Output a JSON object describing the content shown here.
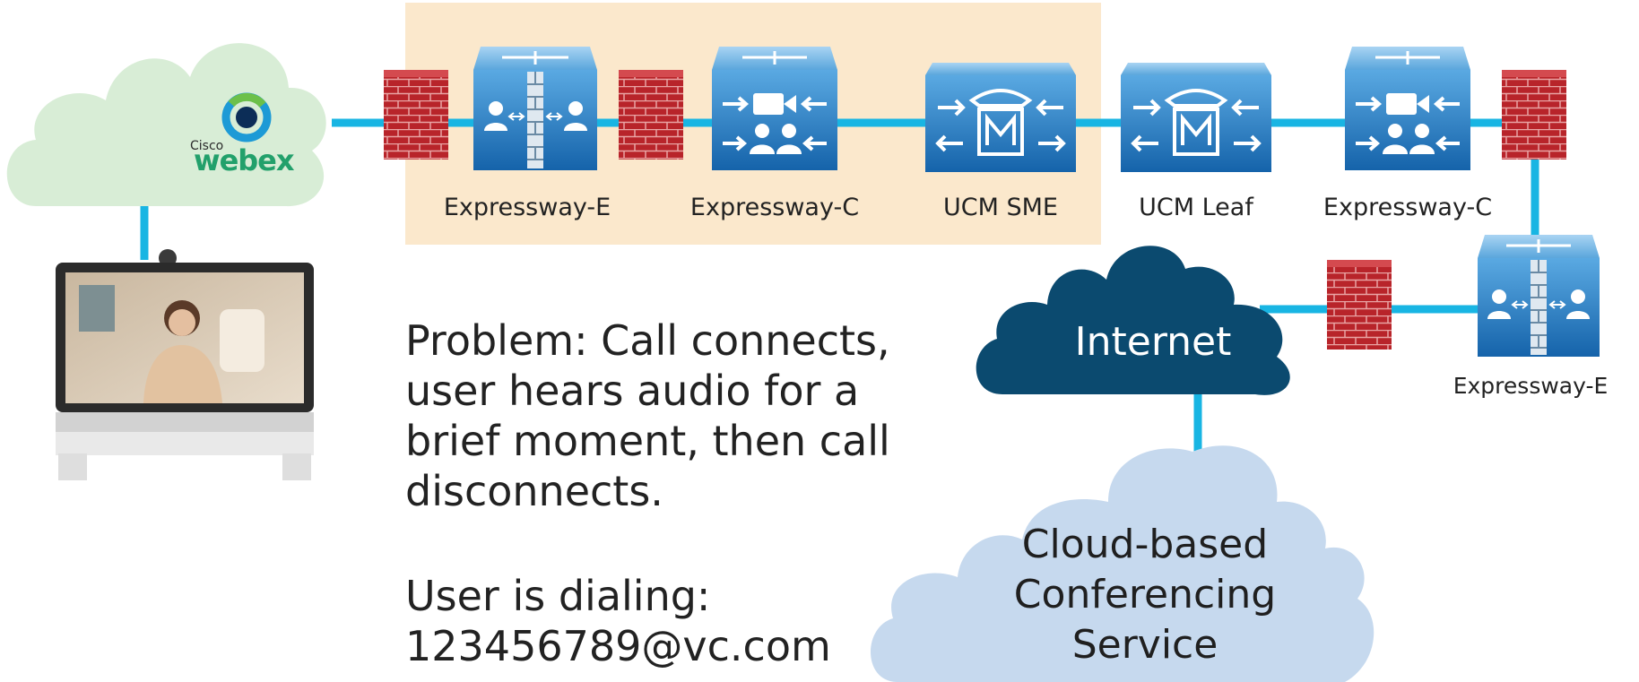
{
  "webex": {
    "brand_small": "Cisco",
    "brand_name": "webex"
  },
  "nodes": {
    "expressway_e_1": "Expressway-E",
    "expressway_c_1": "Expressway-C",
    "ucm_sme": "UCM SME",
    "ucm_leaf": "UCM Leaf",
    "expressway_c_2": "Expressway-C",
    "expressway_e_2": "Expressway-E"
  },
  "clouds": {
    "internet": "Internet",
    "conferencing": "Cloud-based\nConferencing\nService"
  },
  "problem_text": "Problem: Call connects,\nuser hears audio for a\nbrief moment, then call\ndisconnects.",
  "dialing_text": "User is dialing:\n123456789@vc.com",
  "colors": {
    "link_line": "#18b5e3",
    "highlight_zone": "#fbe8cc",
    "firewall_red": "#b8242a",
    "device_blue": "#1f78c3",
    "webex_cloud": "#d8edd6",
    "internet_cloud": "#0b4a6f",
    "conf_cloud": "#c6d9ee"
  }
}
